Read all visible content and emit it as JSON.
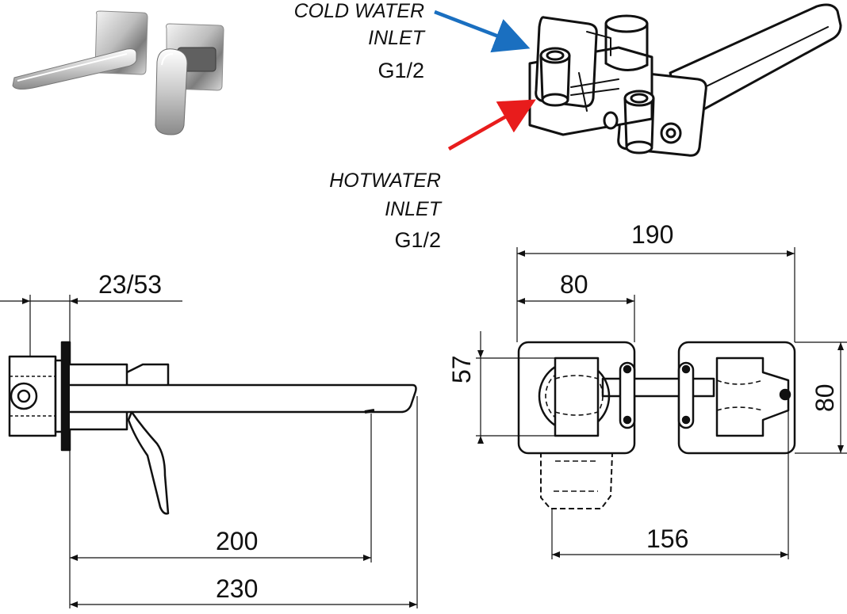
{
  "callouts": {
    "cold_line1": "COLD WATER",
    "cold_line2": "INLET",
    "cold_thread": "G1/2",
    "hot_line1": "HOTWATER",
    "hot_line2": "INLET",
    "hot_thread": "G1/2"
  },
  "dimensions": {
    "side_flange": "23/53",
    "side_spout_projection": "200",
    "side_overall": "230",
    "front_overall_width": "190",
    "front_plate_width": "80",
    "front_inner_height": "57",
    "front_plate_height": "80",
    "front_bottom_span": "156"
  },
  "colors": {
    "cold_arrow": "#1a6fc0",
    "hot_arrow": "#e81c1c",
    "line": "#111111"
  },
  "icons": {
    "photo": "faucet-photo-icon",
    "iso_view": "mixer-body-isometric-icon"
  }
}
